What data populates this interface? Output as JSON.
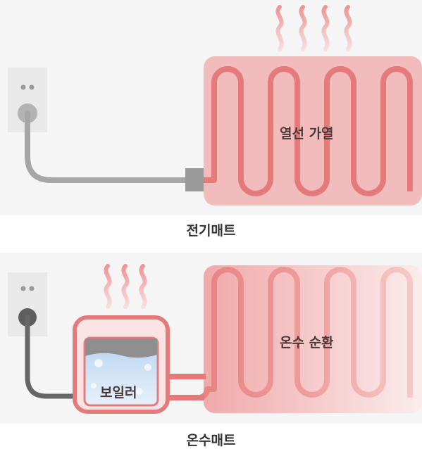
{
  "panels": [
    {
      "caption": "전기매트",
      "mat_label": "열선 가열",
      "cable_color": "#a6a6a6",
      "coil_color": "#e47a7a",
      "mat_color": "#f2bcbc"
    },
    {
      "caption": "온수매트",
      "mat_label": "온수 순환",
      "boiler_label": "보일러",
      "cable_color": "#666666",
      "coil_color": "#e47a7a",
      "mat_gradient": [
        "#f0a9a9",
        "#faeaea"
      ]
    }
  ],
  "colors": {
    "panel_bg": "#f5f5f5",
    "outlet_bg": "#e9e9e9",
    "steam": "#ee9a9a",
    "water": "#cfe3f7",
    "lid": "#8f8f8f"
  }
}
